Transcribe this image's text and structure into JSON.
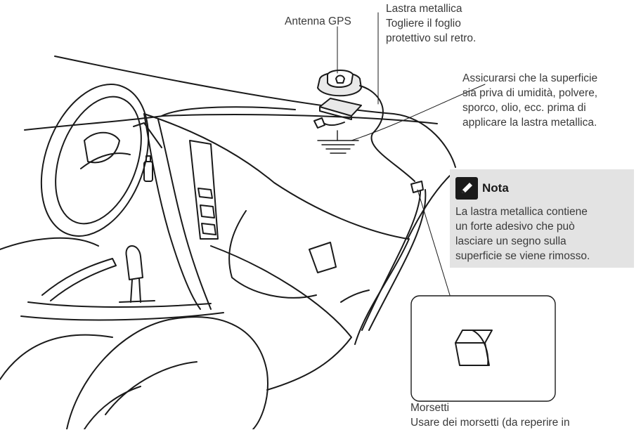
{
  "labels": {
    "gps_antenna": "Antenna GPS",
    "metal_plate": [
      "Lastra metallica",
      "Togliere il foglio",
      "protettivo sul retro."
    ],
    "surface_note": [
      "Assicurarsi che la superficie",
      "sia priva di umidità, polvere,",
      "sporco, olio, ecc. prima di",
      "applicare la lastra metallica."
    ],
    "clamps": [
      "Morsetti",
      "Usare dei morsetti (da reperire in"
    ]
  },
  "note": {
    "title": "Nota",
    "icon": "pencil-icon",
    "lines": [
      "La lastra metallica contiene",
      "un forte adesivo che può",
      "lasciare un segno sulla",
      "superficie se viene rimosso."
    ]
  },
  "colors": {
    "note_background": "#e3e3e3",
    "line_art": "#1a1a1a",
    "text": "#3a3a3a"
  }
}
